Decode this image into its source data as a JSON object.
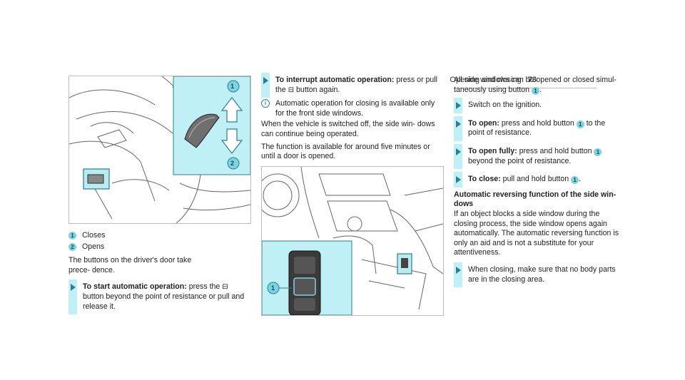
{
  "header": {
    "section": "Opening and closing",
    "page": "73"
  },
  "figure1": {
    "callouts": [
      {
        "num": "1",
        "label": "Closes"
      },
      {
        "num": "2",
        "label": "Opens"
      }
    ]
  },
  "col1": {
    "intro": "The buttons on the driver's door take prece- dence.",
    "step_title": "To start automatic operation:",
    "step_text_pre": "press the",
    "step_text_post": "button beyond the point of resistance or pull and release it."
  },
  "col2": {
    "step_title": "To interrupt automatic operation:",
    "step_text_pre": "press or pull the",
    "step_text_post": "button again.",
    "tip": "Automatic operation for closing is available only for the front side windows.",
    "para1": "When the vehicle is switched off, the side win- dows can continue being operated.",
    "para2": "The function is available for around five minutes or until a door is opened.",
    "figure_callout": "1"
  },
  "col3": {
    "intro_pre": "All side windows can be opened or closed simul- taneously using button",
    "intro_num": "1",
    "steps": [
      {
        "title": "",
        "text": "Switch on the ignition.",
        "num": ""
      },
      {
        "title": "To open:",
        "text": "press and hold button",
        "num": "1",
        "after": "to the point of resistance."
      },
      {
        "title": "To open fully:",
        "text": "press and hold button",
        "num": "1",
        "after": "beyond the point of resistance."
      },
      {
        "title": "To close:",
        "text": "pull and hold button",
        "num": "1",
        "after": "."
      }
    ],
    "section_title": "Automatic reversing function of the side win- dows",
    "section_text": "If an object blocks a side window during the closing process, the side window opens again automatically. The automatic reversing function is only an aid and is not a substitute for your attentiveness.",
    "final_step": "When closing, make sure that no body parts are in the closing area."
  },
  "glyphs": {
    "window_button": "⊟"
  },
  "colors": {
    "accent": "#bff0f5",
    "badge": "#7dd3df",
    "highlight": "#b8ecf1"
  }
}
